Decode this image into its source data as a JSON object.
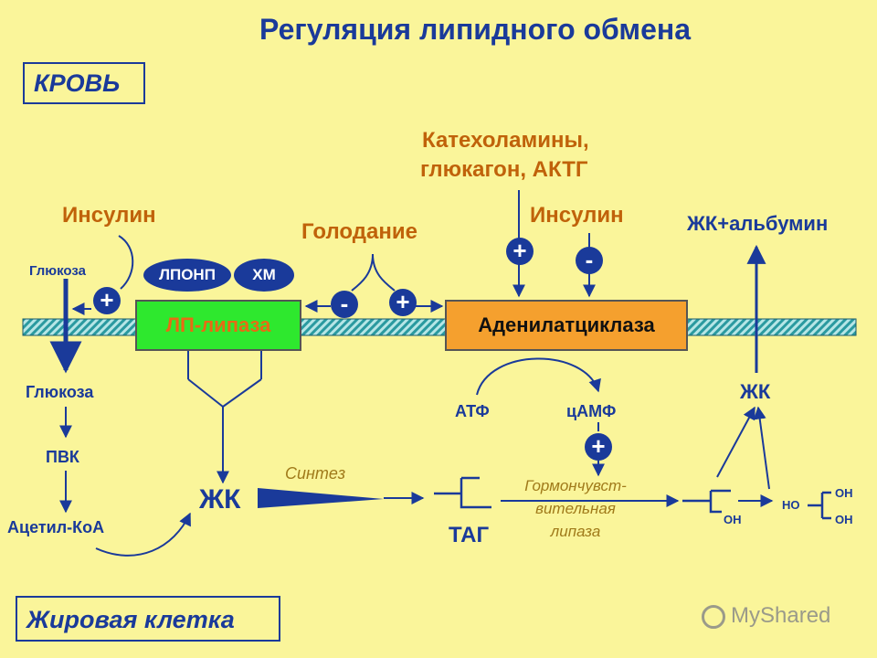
{
  "title": "Регуляция липидного обмена",
  "blood_label": "КРОВЬ",
  "fat_cell_label": "Жировая клетка",
  "catecholamines_line1": "Катехоламины,",
  "catecholamines_line2": "глюкагон, АКТГ",
  "insulin_left": "Инсулин",
  "insulin_right": "Инсулин",
  "starvation": "Голодание",
  "fa_albumin": "ЖК+альбумин",
  "glucose_top": "Глюкоза",
  "glucose_bottom": "Глюкоза",
  "pvk": "ПВК",
  "acetyl_coa": "Ацетил-КоА",
  "vldl": "ЛПОНП",
  "chylomicrons": "ХМ",
  "lp_lipase": "ЛП-липаза",
  "adenylate_cyclase": "Аденилатциклаза",
  "atp": "АТФ",
  "camp": "цАМФ",
  "fa_left": "ЖК",
  "fa_right": "ЖК",
  "synthesis": "Синтез",
  "tag": "ТАГ",
  "hsl_line1": "Гормончувст-",
  "hsl_line2": "вительная",
  "hsl_line3": "липаза",
  "oh": "ОН",
  "ho": "НО",
  "plus": "+",
  "minus": "-",
  "watermark": "MyShared",
  "colors": {
    "background": "#FAF59A",
    "blue": "#1A3A9A",
    "orange": "#C0620A",
    "lp_lipase_fill": "#2EE82E",
    "adenylate_cyclase_fill": "#F5A02E",
    "membrane": "#2A9AA0"
  }
}
